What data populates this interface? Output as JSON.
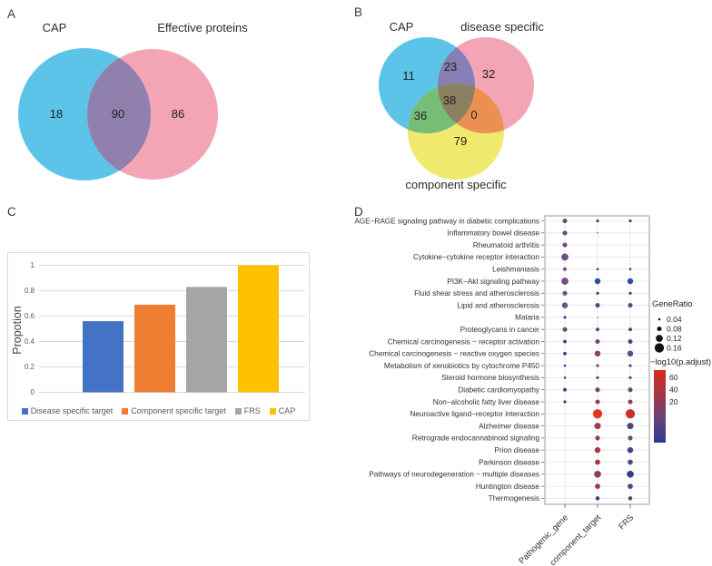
{
  "panels": {
    "a": {
      "label": "A"
    },
    "b": {
      "label": "B"
    },
    "c": {
      "label": "C"
    },
    "d": {
      "label": "D"
    }
  },
  "chart_data": [
    {
      "id": "venn-cap-effective",
      "type": "venn2",
      "sets": [
        {
          "name": "CAP",
          "color": "#5cc3e9"
        },
        {
          "name": "Effective proteins",
          "color": "#f3a4b5"
        }
      ],
      "overlap_color": "#8f80ae",
      "values": {
        "cap_only": 18,
        "intersection": 90,
        "effective_only": 86
      }
    },
    {
      "id": "venn-cap-disease-component",
      "type": "venn3",
      "sets": [
        {
          "name": "CAP",
          "color": "#5cc3e9"
        },
        {
          "name": "disease specific",
          "color": "#f3a4b5"
        },
        {
          "name": "component specific",
          "color": "#efe96e"
        }
      ],
      "region_colors": {
        "ab": "#857fb5",
        "ac": "#76be77",
        "bc": "#eb9052",
        "abc": "#8b8062"
      },
      "values": {
        "cap_only": 11,
        "cap_disease": 23,
        "disease_only": 32,
        "cap_component": 36,
        "center": 38,
        "disease_component": 0,
        "component_only": 79
      }
    },
    {
      "id": "proportion-bars",
      "type": "bar",
      "categories": [
        "Disease specific target",
        "Component specific target",
        "FRS",
        "CAP"
      ],
      "values": [
        0.56,
        0.69,
        0.83,
        1.0
      ],
      "colors": [
        "#4472C4",
        "#ED7D31",
        "#A5A5A5",
        "#FFC000"
      ],
      "ylabel": "Propotion",
      "yticks": [
        0,
        0.2,
        0.4,
        0.6,
        0.8,
        1
      ],
      "ylim": [
        0,
        1.05
      ],
      "grid": true,
      "legend_position": "bottom"
    },
    {
      "id": "kegg-dotplot",
      "type": "scatter",
      "xlabels": [
        "Pathogenic_gene",
        "component_target",
        "FRS"
      ],
      "rows": [
        {
          "label": "AGE−RAGE signaling pathway in diabetic complications",
          "dots": [
            {
              "x": 0,
              "size": 0.08,
              "color": "#6c4a7d"
            },
            {
              "x": 1,
              "size": 0.05,
              "color": "#4b4179"
            },
            {
              "x": 2,
              "size": 0.05,
              "color": "#4b4179"
            }
          ]
        },
        {
          "label": "Inflammatory bowel disease",
          "dots": [
            {
              "x": 0,
              "size": 0.08,
              "color": "#6b4a7e"
            },
            {
              "x": 1,
              "size": 0.02,
              "color": "#343353"
            }
          ]
        },
        {
          "label": "Rheumatoid arthritis",
          "dots": [
            {
              "x": 0,
              "size": 0.08,
              "color": "#6f4c82"
            }
          ]
        },
        {
          "label": "Cytokine−cytokine receptor interaction",
          "dots": [
            {
              "x": 0,
              "size": 0.12,
              "color": "#714d85"
            }
          ]
        },
        {
          "label": "Leishmaniasis",
          "dots": [
            {
              "x": 0,
              "size": 0.06,
              "color": "#6b4a7e"
            },
            {
              "x": 1,
              "size": 0.04,
              "color": "#32418c"
            },
            {
              "x": 2,
              "size": 0.04,
              "color": "#32418c"
            }
          ]
        },
        {
          "label": "PI3K−Akt signaling pathway",
          "dots": [
            {
              "x": 0,
              "size": 0.12,
              "color": "#734e87"
            },
            {
              "x": 1,
              "size": 0.1,
              "color": "#2c4ba0"
            },
            {
              "x": 2,
              "size": 0.1,
              "color": "#2c4ba0"
            }
          ]
        },
        {
          "label": "Fluid shear stress and atherosclerosis",
          "dots": [
            {
              "x": 0,
              "size": 0.08,
              "color": "#6e4b80"
            },
            {
              "x": 1,
              "size": 0.05,
              "color": "#333f85"
            },
            {
              "x": 2,
              "size": 0.05,
              "color": "#333f85"
            }
          ]
        },
        {
          "label": "Lipid and atherosclerosis",
          "dots": [
            {
              "x": 0,
              "size": 0.1,
              "color": "#704c83"
            },
            {
              "x": 1,
              "size": 0.08,
              "color": "#5d4684"
            },
            {
              "x": 2,
              "size": 0.08,
              "color": "#5d4684"
            }
          ]
        },
        {
          "label": "Malaria",
          "dots": [
            {
              "x": 0,
              "size": 0.05,
              "color": "#64477a"
            },
            {
              "x": 1,
              "size": 0.02,
              "color": "#343353"
            }
          ]
        },
        {
          "label": "Proteoglycans in cancer",
          "dots": [
            {
              "x": 0,
              "size": 0.08,
              "color": "#6e4b80"
            },
            {
              "x": 1,
              "size": 0.06,
              "color": "#3a4389"
            },
            {
              "x": 2,
              "size": 0.06,
              "color": "#3a4389"
            }
          ]
        },
        {
          "label": "Chemical carcinogenesis − receptor activation",
          "dots": [
            {
              "x": 0,
              "size": 0.06,
              "color": "#37418d"
            },
            {
              "x": 1,
              "size": 0.08,
              "color": "#6b4880"
            },
            {
              "x": 2,
              "size": 0.08,
              "color": "#55447f"
            }
          ]
        },
        {
          "label": "Chemical carcinogenesis − reactive oxygen species",
          "dots": [
            {
              "x": 0,
              "size": 0.06,
              "color": "#37418d"
            },
            {
              "x": 1,
              "size": 0.1,
              "color": "#8a4263"
            },
            {
              "x": 2,
              "size": 0.1,
              "color": "#6b4880"
            }
          ]
        },
        {
          "label": "Metabolism of xenobiotics by cytochrome P450",
          "dots": [
            {
              "x": 0,
              "size": 0.04,
              "color": "#2f3f8c"
            },
            {
              "x": 1,
              "size": 0.05,
              "color": "#7c4466"
            },
            {
              "x": 2,
              "size": 0.05,
              "color": "#5a4578"
            }
          ]
        },
        {
          "label": "Steroid hormone biosynthesis",
          "dots": [
            {
              "x": 0,
              "size": 0.04,
              "color": "#2f3f8c"
            },
            {
              "x": 1,
              "size": 0.05,
              "color": "#6e4573"
            },
            {
              "x": 2,
              "size": 0.05,
              "color": "#5e4578"
            }
          ]
        },
        {
          "label": "Diabetic cardiomyopathy",
          "dots": [
            {
              "x": 0,
              "size": 0.06,
              "color": "#2e3e8b"
            },
            {
              "x": 1,
              "size": 0.08,
              "color": "#73466f"
            },
            {
              "x": 2,
              "size": 0.08,
              "color": "#684677"
            }
          ]
        },
        {
          "label": "Non−alcoholic fatty liver disease",
          "dots": [
            {
              "x": 0,
              "size": 0.05,
              "color": "#2c3c88"
            },
            {
              "x": 1,
              "size": 0.08,
              "color": "#93404f"
            },
            {
              "x": 2,
              "size": 0.08,
              "color": "#8a4157"
            }
          ]
        },
        {
          "label": "Neuroactive ligand−receptor interaction",
          "dots": [
            {
              "x": 1,
              "size": 0.16,
              "color": "#e8341d"
            },
            {
              "x": 2,
              "size": 0.16,
              "color": "#cc3227"
            }
          ]
        },
        {
          "label": "Alzheimer disease",
          "dots": [
            {
              "x": 1,
              "size": 0.11,
              "color": "#a13b4b"
            },
            {
              "x": 2,
              "size": 0.11,
              "color": "#4a4384"
            }
          ]
        },
        {
          "label": "Retrograde endocannabinoid signaling",
          "dots": [
            {
              "x": 1,
              "size": 0.08,
              "color": "#983d52"
            },
            {
              "x": 2,
              "size": 0.08,
              "color": "#6f4772"
            }
          ]
        },
        {
          "label": "Prion disease",
          "dots": [
            {
              "x": 1,
              "size": 0.1,
              "color": "#ac3843"
            },
            {
              "x": 2,
              "size": 0.1,
              "color": "#3f4288"
            }
          ]
        },
        {
          "label": "Parkinson disease",
          "dots": [
            {
              "x": 1,
              "size": 0.09,
              "color": "#a03b4c"
            },
            {
              "x": 2,
              "size": 0.09,
              "color": "#584580"
            }
          ]
        },
        {
          "label": "Pathways of neurodegeneration − multiple diseases",
          "dots": [
            {
              "x": 1,
              "size": 0.12,
              "color": "#8d4058"
            },
            {
              "x": 2,
              "size": 0.12,
              "color": "#333f8c"
            }
          ]
        },
        {
          "label": "Huntington disease",
          "dots": [
            {
              "x": 1,
              "size": 0.09,
              "color": "#9c3c50"
            },
            {
              "x": 2,
              "size": 0.09,
              "color": "#4f4382"
            }
          ]
        },
        {
          "label": "Thermogenesis",
          "dots": [
            {
              "x": 1,
              "size": 0.07,
              "color": "#3e4187"
            },
            {
              "x": 2,
              "size": 0.07,
              "color": "#554477"
            }
          ]
        }
      ],
      "legend": {
        "size_title": "GeneRatio",
        "sizes": [
          0.04,
          0.08,
          0.12,
          0.16
        ],
        "color_title": "−log10(p.adjust)",
        "color_ticks": [
          "60",
          "40",
          "20"
        ],
        "color_stops": [
          {
            "pos": 0,
            "color": "#d8281f"
          },
          {
            "pos": 0.35,
            "color": "#a23646"
          },
          {
            "pos": 0.65,
            "color": "#6b4279"
          },
          {
            "pos": 1,
            "color": "#2f3a8d"
          }
        ]
      }
    }
  ]
}
